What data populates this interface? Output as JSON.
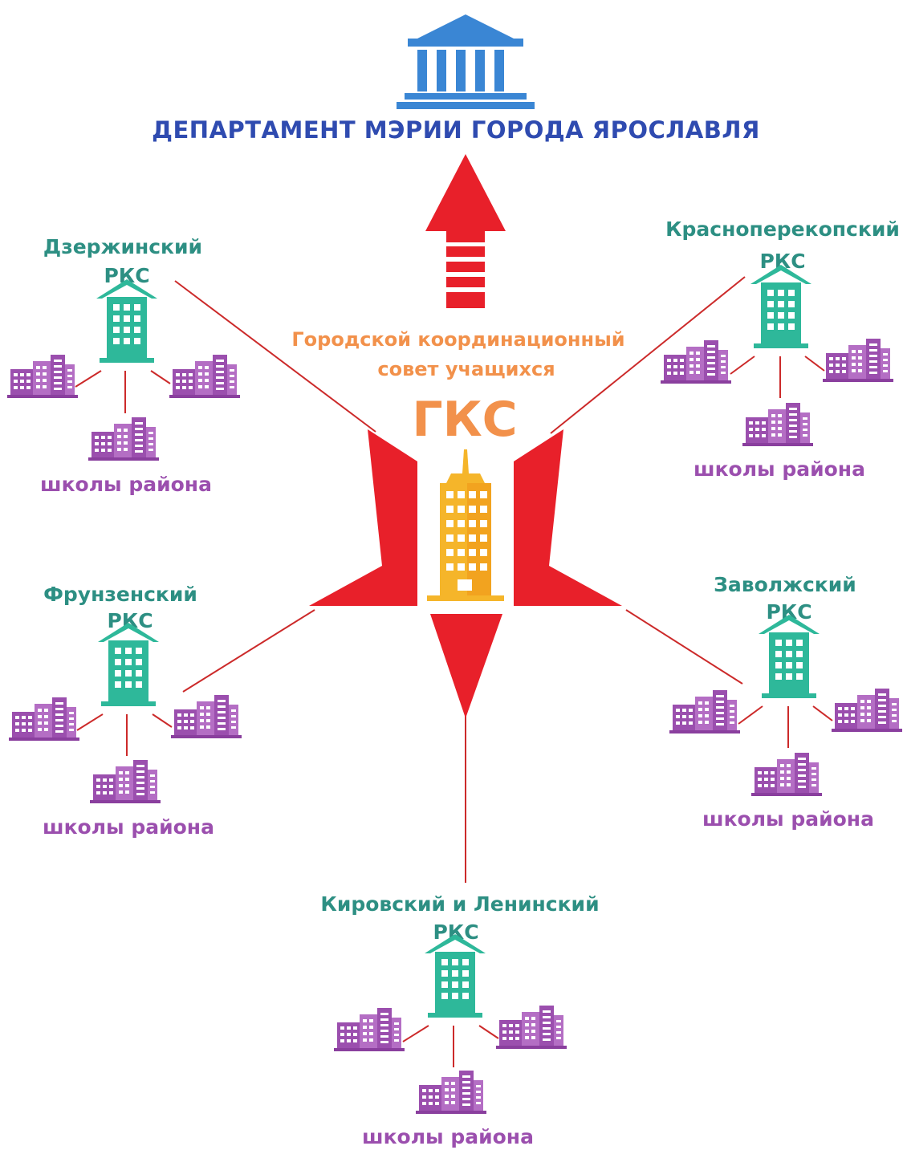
{
  "header": {
    "title": "ДЕПАРТАМЕНТ МЭРИИ ГОРОДА ЯРОСЛАВЛЯ",
    "icon": "government-building-icon"
  },
  "council": {
    "line1": "Городской  координационный",
    "line2": "совет учащихся",
    "abbr": "ГКС",
    "icon": "skyscraper-icon"
  },
  "districts": [
    {
      "name": "Дзержинский",
      "abbr": "РКС",
      "schools_label": "школы района"
    },
    {
      "name": "Красноперекопский",
      "abbr": "РКС",
      "schools_label": "школы района"
    },
    {
      "name": "Фрунзенский",
      "abbr": "РКС",
      "schools_label": "школы района"
    },
    {
      "name": "Заволжский",
      "abbr": "РКС",
      "schools_label": "школы района"
    },
    {
      "name": "Кировский и Ленинский",
      "abbr": "РКС",
      "schools_label": "школы района"
    }
  ],
  "colors": {
    "title": "#2f4bb0",
    "museum": "#3a86d4",
    "arrow": "#e8202a",
    "line": "#cc2a2a",
    "council_text": "#f2914b",
    "tower": "#f5b52a",
    "district_text": "#2d8f83",
    "district_icon": "#2eb89a",
    "schools": "#9b4fae"
  }
}
